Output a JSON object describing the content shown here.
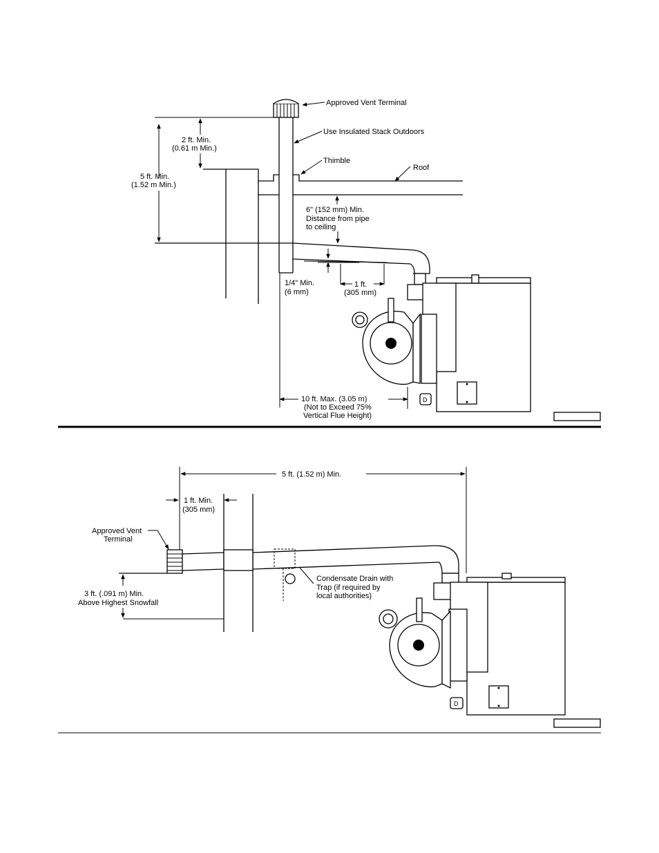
{
  "top_diagram": {
    "labels": {
      "vent_terminal": "Approved Vent Terminal",
      "insulated_stack": "Use Insulated Stack Outdoors",
      "thimble": "Thimble",
      "roof": "Roof",
      "two_ft_1": "2  ft.  Min.",
      "two_ft_2": "(0.61  m  Min.)",
      "five_ft_1": "5  ft.  Min.",
      "five_ft_2": "(1.52  m  Min.)",
      "six_in_1": "6\"  (152  mm)  Min.",
      "six_in_2": "Distance  from  pipe",
      "six_in_3": "to  ceiling",
      "quarter_1": "1/4\"  Min.",
      "quarter_2": "(6  mm)",
      "one_ft_1": "1  ft.",
      "one_ft_2": "(305  mm)",
      "ten_ft_1": "10  ft.  Max.  (3.05  m)",
      "ten_ft_2": "(Not  to  Exceed  75%",
      "ten_ft_3": "Vertical  Flue  Height)"
    }
  },
  "bottom_diagram": {
    "labels": {
      "five_ft": "5  ft.  (1.52  m)  Min.",
      "one_ft_1": "1  ft.  Min.",
      "one_ft_2": "(305  mm)",
      "vent_1": "Approved  Vent",
      "vent_2": "Terminal",
      "three_ft_1": "3  ft.  (.091  m)  Min.",
      "three_ft_2": "Above  Highest  Snowfall",
      "drain_1": "Condensate  Drain  with",
      "drain_2": "Trap  (if  required  by",
      "drain_3": "local  authorities)"
    }
  }
}
